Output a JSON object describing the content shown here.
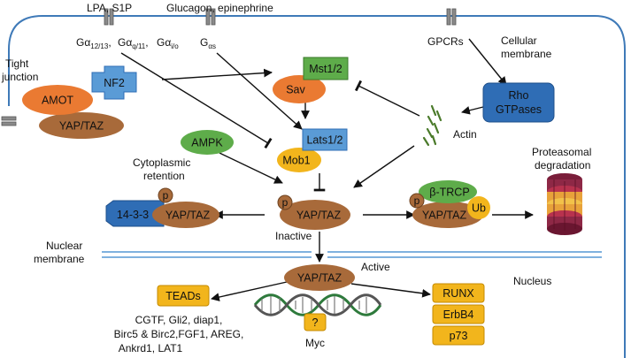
{
  "receptors": {
    "lpa_s1p": "LPA, S1P",
    "glucagon": "Glucagon, epinephrine",
    "galpha_12_13": [
      "Gα",
      "12/13",
      ","
    ],
    "galpha_q11": [
      "Gα",
      "q/11",
      ","
    ],
    "galpha_io": [
      "Gα",
      "i/o",
      ""
    ],
    "galpha_s": [
      "G",
      "αs",
      ""
    ],
    "gpcrs": "GPCRs"
  },
  "labels": {
    "cellular_membrane": [
      "Cellular",
      "membrane"
    ],
    "tight_junction": [
      "Tight",
      "junction"
    ],
    "cytoplasmic_retention": [
      "Cytoplasmic",
      "retention"
    ],
    "proteasomal_degradation": [
      "Proteasomal",
      "degradation"
    ],
    "nuclear_membrane": [
      "Nuclear",
      "membrane"
    ],
    "nucleus": "Nucleus",
    "inactive": "Inactive",
    "active": "Active",
    "actin": "Actin"
  },
  "nodes": {
    "amot": "AMOT",
    "nf2": "NF2",
    "yap_taz_junction": "YAP/TAZ",
    "mst": "Mst1/2",
    "sav": "Sav",
    "rho": [
      "Rho",
      "GTPases"
    ],
    "ampk": "AMPK",
    "lats": "Lats1/2",
    "mob1": "Mob1",
    "p": "p",
    "protein_1433": "14-3-3",
    "yap_taz_retained": "YAP/TAZ",
    "yap_taz_center": "YAP/TAZ",
    "btrcp": "β-TRCP",
    "yap_taz_ub": "YAP/TAZ",
    "ub": "Ub",
    "yap_taz_nuclear": "YAP/TAZ",
    "teads": "TEADs",
    "unknown": "?",
    "runx": "RUNX",
    "erbb4": "ErbB4",
    "p73": "p73"
  },
  "targets": {
    "tead_genes": [
      "CGTF, Gli2, diap1,",
      "Birc5 & Birc2,FGF1, AREG,",
      "Ankrd1, LAT1"
    ],
    "myc": "Myc"
  },
  "colors": {
    "cell_border": "#3f7ab8",
    "nuclear_membrane": "#7fb1de",
    "orange": "#ea7a32",
    "brown": "#a86a3a",
    "light_blue": "#5a9bd6",
    "dark_blue": "#2f6db5",
    "green": "#5eac4a",
    "yellow": "#f2b51c",
    "receptor_gray": "#8a8a8a"
  }
}
